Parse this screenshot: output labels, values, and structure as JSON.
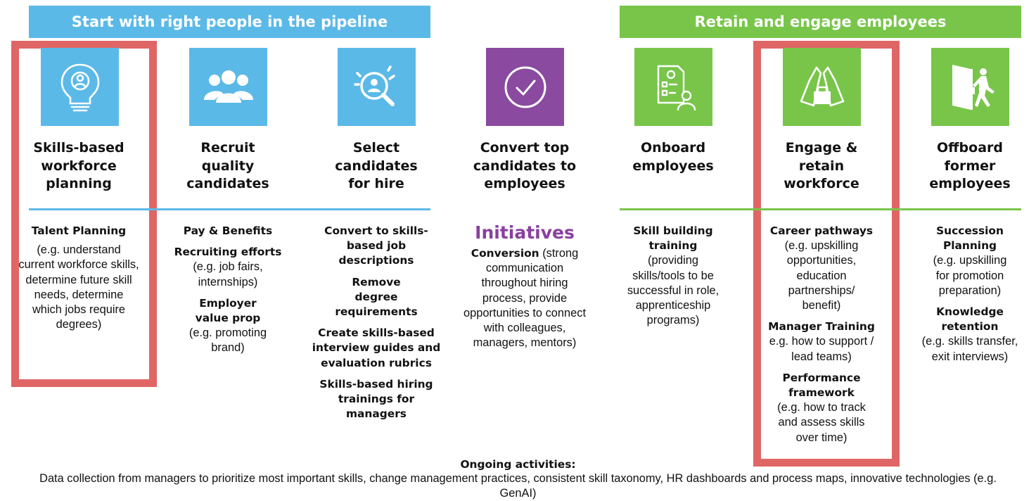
{
  "colors": {
    "blue": "#5bb9e8",
    "green": "#78c54a",
    "purple": "#8a4aa0",
    "highlight": "#e06666"
  },
  "banners": {
    "left": "Start with right people in the pipeline",
    "right": "Retain and engage employees"
  },
  "columns": [
    {
      "icon": "lightbulb-person-icon",
      "title": [
        "Skills-based",
        "workforce",
        "planning"
      ],
      "body": [
        {
          "h": "Talent Planning"
        },
        {
          "t": "(e.g. understand current workforce skills, determine future skill needs, determine which jobs require degrees)"
        }
      ]
    },
    {
      "icon": "people-group-icon",
      "title": [
        "Recruit",
        "quality",
        "candidates"
      ],
      "body": [
        {
          "h": "Pay & Benefits"
        },
        {
          "h": "Recruiting efforts"
        },
        {
          "t": "(e.g. job fairs, internships)"
        },
        {
          "h": "Employer value prop"
        },
        {
          "t": "(e.g. promoting brand)"
        }
      ]
    },
    {
      "icon": "magnifier-person-icon",
      "title": [
        "Select",
        "candidates",
        "for hire"
      ],
      "body": [
        {
          "h": "Convert to skills-based job descriptions"
        },
        {
          "h": "Remove degree requirements"
        },
        {
          "h": "Create skills-based interview guides and evaluation rubrics"
        },
        {
          "h": "Skills-based hiring trainings for managers"
        }
      ]
    },
    {
      "icon": "checkmark-circle-icon",
      "title": [
        "Convert top",
        "candidates to",
        "employees"
      ],
      "initiatives": "Initiatives",
      "conversion_label": "Conversion",
      "conversion_text": " (strong communication throughout hiring process, provide opportunities to connect with colleagues, managers, mentors)"
    },
    {
      "icon": "checklist-person-icon",
      "title": [
        "Onboard",
        "employees"
      ],
      "body": [
        {
          "h": "Skill building training"
        },
        {
          "t": "(providing skills/tools to be successful in role, apprenticeship programs)"
        }
      ]
    },
    {
      "icon": "high-five-briefcase-icon",
      "title": [
        "Engage &",
        "retain",
        "workforce"
      ],
      "body": [
        {
          "h": "Career pathways"
        },
        {
          "t": "(e.g. upskilling opportunities, education partnerships/ benefit)"
        },
        {
          "h": "Manager Training"
        },
        {
          "t": "e.g. how to support / lead teams)"
        },
        {
          "h": "Performance framework"
        },
        {
          "t": "(e.g. how to track and assess skills over time)"
        }
      ]
    },
    {
      "icon": "exit-door-person-icon",
      "title": [
        "Offboard",
        "former",
        "employees"
      ],
      "body": [
        {
          "h": "Succession Planning"
        },
        {
          "t": "(e.g. upskilling for promotion preparation)"
        },
        {
          "h": "Knowledge retention"
        },
        {
          "t": "(e.g. skills transfer, exit interviews)"
        }
      ]
    }
  ],
  "footer": {
    "title": "Ongoing activities:",
    "text": "Data collection from managers to prioritize most important skills, change management practices, consistent skill taxonomy, HR dashboards and process maps, innovative technologies (e.g. GenAI)"
  }
}
